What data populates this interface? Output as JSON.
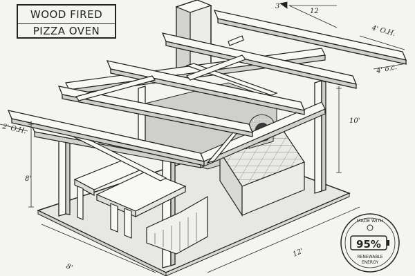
{
  "title": {
    "line1": "WOOD FIRED",
    "line2": "PIZZA OVEN"
  },
  "dimensions": {
    "roof_pitch_rise": "3",
    "roof_pitch_run": "12",
    "rafter_spacing_top": "4' O.H.",
    "rafter_spacing_side": "4' o.c.",
    "overhang": "2' O.H.",
    "post_height": "10'",
    "side_height": "8'",
    "width": "8'",
    "length": "12'"
  },
  "badge": {
    "top_text": "MADE WITH",
    "percent": "95%",
    "line1": "RENEWABLE",
    "line2": "ENERGY"
  },
  "colors": {
    "ink": "#222222",
    "paper": "#f4f4f1",
    "wood": "#f8f8f5",
    "shadow": "#cfcfcc",
    "deep_shadow": "#a9a9a6",
    "slab": "#e7e7e3"
  }
}
